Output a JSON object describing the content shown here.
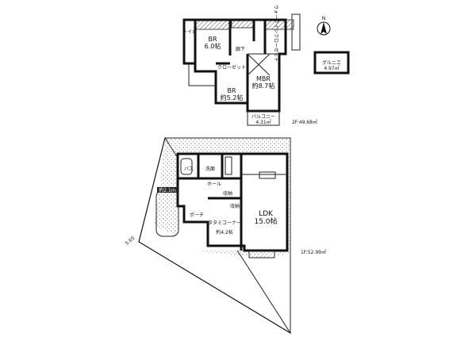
{
  "floor2": {
    "rooms": [
      {
        "name": "BR",
        "size": "6.0帖"
      },
      {
        "name": "BR",
        "size": "約5.2帖"
      },
      {
        "name": "MBR",
        "size": "約8.7帖"
      }
    ],
    "closet": "クローゼット",
    "walkin": "ウォークインクローゼット",
    "wc": "トイレ",
    "hall": "廊下",
    "balcony": "バルコニー",
    "balcony_area": "4.31㎡",
    "loft": "グルニエ",
    "loft_area": "4.97㎡",
    "area": "2F:49.68㎡"
  },
  "floor1": {
    "ldk": "LDK",
    "ldk_size": "15.0帖",
    "tatami": "タタミコーナー",
    "tatami_size": "約4.2帖",
    "hall": "ホール",
    "storage": "収納",
    "storage2": "収納",
    "bath": "バス",
    "washroom": "洗面",
    "entrance": "ポーチ",
    "parking": "約2.1m",
    "area": "1F:52.99㎡",
    "road_width": "5.65"
  },
  "compass": "N"
}
